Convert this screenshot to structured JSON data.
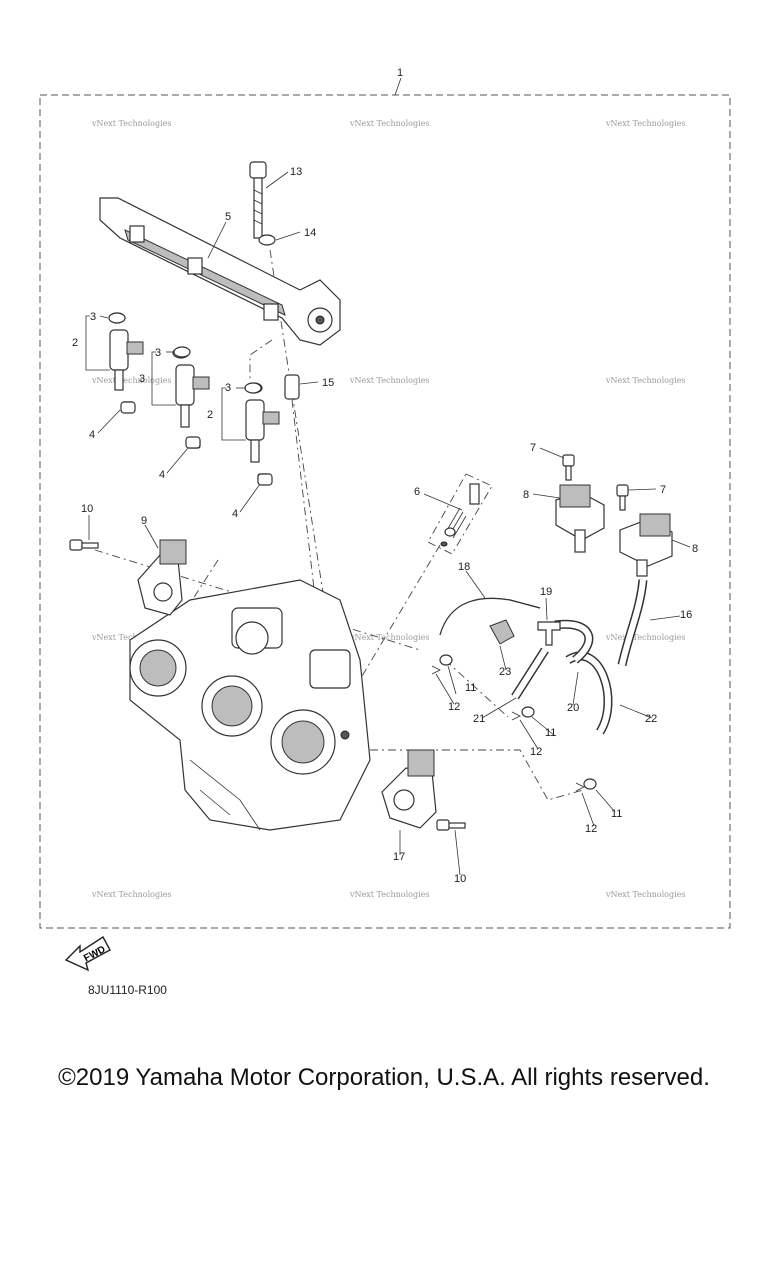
{
  "callouts": {
    "c1": "1",
    "c2a": "2",
    "c2b": "2",
    "c3a": "3",
    "c3b": "3",
    "c3c": "3",
    "c3d": "3",
    "c4a": "4",
    "c4b": "4",
    "c4c": "4",
    "c5": "5",
    "c6": "6",
    "c7a": "7",
    "c7b": "7",
    "c8a": "8",
    "c8b": "8",
    "c9": "9",
    "c10a": "10",
    "c10b": "10",
    "c11a": "11",
    "c11b": "11",
    "c11c": "11",
    "c12a": "12",
    "c12b": "12",
    "c12c": "12",
    "c13": "13",
    "c14": "14",
    "c15": "15",
    "c16": "16",
    "c17": "17",
    "c18": "18",
    "c19": "19",
    "c20": "20",
    "c21": "21",
    "c22": "22",
    "c23": "23"
  },
  "watermark_text": "vNext Technologies",
  "fwd_label": "FWD",
  "diagram_code": "8JU1110-R100",
  "copyright": "©2019 Yamaha Motor Corporation, U.S.A. All rights reserved."
}
